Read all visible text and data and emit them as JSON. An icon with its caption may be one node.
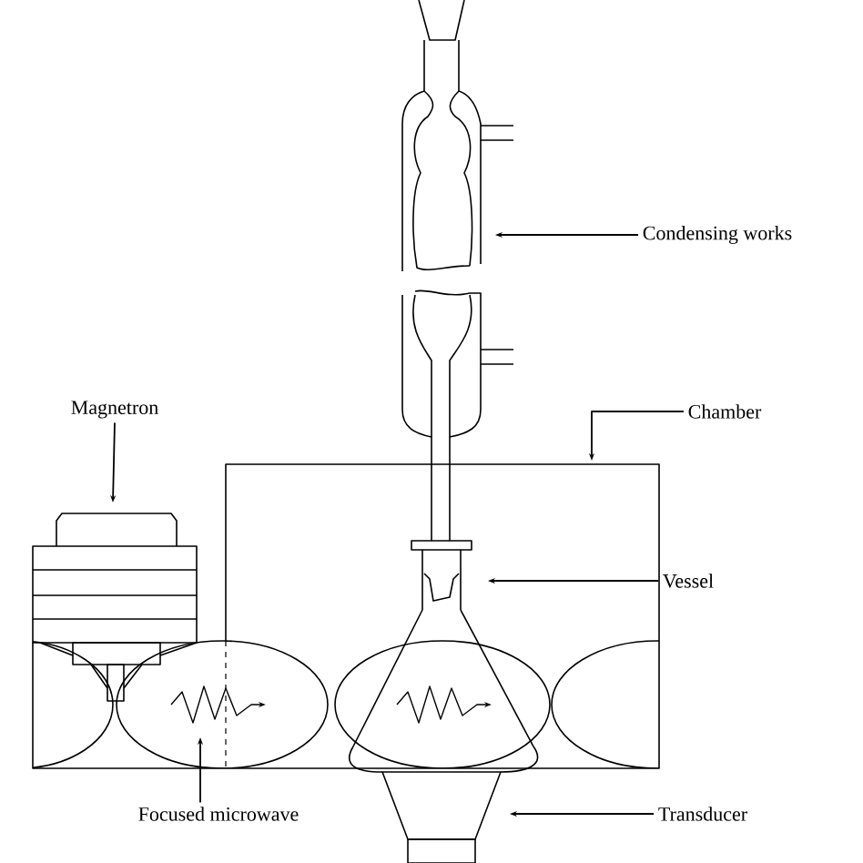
{
  "diagram": {
    "nodes": [
      {
        "text": [
          "Magnetron"
        ]
      },
      {
        "text": [
          "Condensing works"
        ]
      },
      {
        "text": [
          "Chamber"
        ]
      },
      {
        "text": [
          "Vessel"
        ]
      },
      {
        "text": [
          "Focused microwave"
        ]
      },
      {
        "text": [
          "Transducer"
        ]
      }
    ],
    "edges": [
      {
        "from": 0,
        "to": null,
        "arrow": "to"
      },
      {
        "from": 1,
        "to": null,
        "arrow": "to"
      },
      {
        "from": 2,
        "to": null,
        "arrow": "to"
      },
      {
        "from": 3,
        "to": null,
        "arrow": "to"
      },
      {
        "from": 4,
        "to": null,
        "arrow": "to"
      },
      {
        "from": 5,
        "to": null,
        "arrow": "to"
      }
    ]
  }
}
